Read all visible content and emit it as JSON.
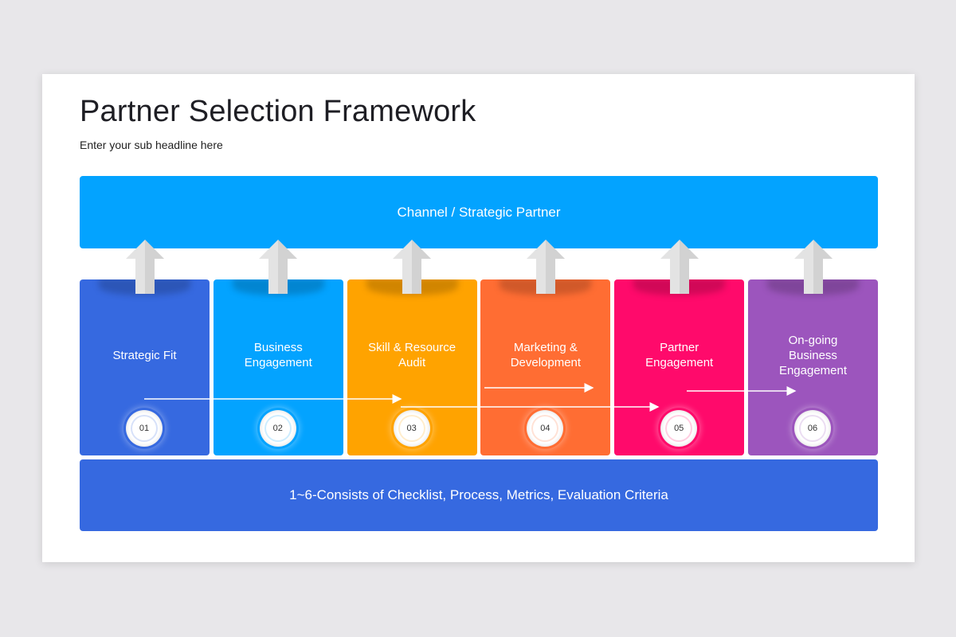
{
  "slide": {
    "title": "Partner Selection Framework",
    "subtitle": "Enter your sub headline here"
  },
  "top_bar": {
    "label": "Channel / Strategic Partner",
    "color": "#03a3ff"
  },
  "bottom_bar": {
    "label": "1~6-Consists of Checklist, Process, Metrics, Evaluation Criteria",
    "color": "#3669e0"
  },
  "steps": [
    {
      "number": "01",
      "label": "Strategic Fit",
      "color": "#3669e0"
    },
    {
      "number": "02",
      "label": "Business\nEngagement",
      "color": "#03a3ff"
    },
    {
      "number": "03",
      "label": "Skill & Resource\nAudit",
      "color": "#ffa300"
    },
    {
      "number": "04",
      "label": "Marketing &\nDevelopment",
      "color": "#ff6d33"
    },
    {
      "number": "05",
      "label": "Partner\nEngagement",
      "color": "#ff0a6b"
    },
    {
      "number": "06",
      "label": "On-going\nBusiness\nEngagement",
      "color": "#9c55bd"
    }
  ],
  "connectors": [
    {
      "from_step": "01",
      "to_step": "03"
    },
    {
      "from_step": "03",
      "to_step": "05"
    },
    {
      "from_step": "04",
      "to_step": "04"
    },
    {
      "from_step": "05",
      "to_step": "06"
    }
  ]
}
